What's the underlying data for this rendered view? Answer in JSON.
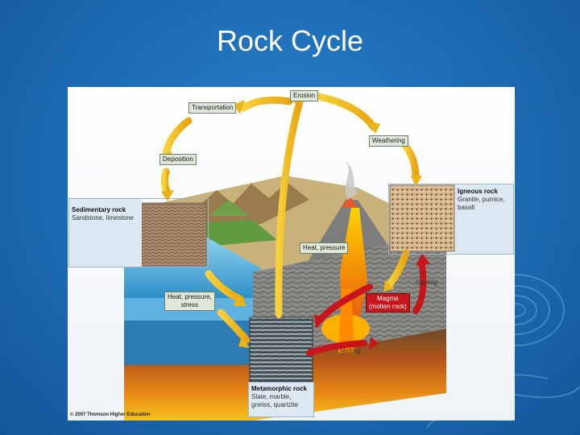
{
  "slide": {
    "title": "Rock Cycle"
  },
  "diagram": {
    "processes": {
      "erosion": "Erosion",
      "transportation": "Transportation",
      "weathering": "Weathering",
      "deposition": "Deposition",
      "heat_pressure": "Heat, pressure",
      "heat_pressure_stress": "Heat, pressure,\nstress",
      "magma": "Magma\n(molten rock)",
      "cooling": "Cooling",
      "melting": "Melting"
    },
    "rocks": {
      "sedimentary": {
        "title": "Sedimentary rock",
        "examples": "Sandstone, limestone"
      },
      "igneous": {
        "title": "Igneous rock",
        "examples": "Granite, pumice,\nbasalt"
      },
      "metamorphic": {
        "title": "Metamorphic rock",
        "examples": "Slate, marble,\ngneiss, quartzite"
      }
    },
    "copyright": "© 2007 Thomson Higher Education"
  },
  "colors": {
    "background": "#1e6fb8",
    "arrow_yellow": "#f2c318",
    "arrow_red": "#c8141b",
    "label_bg": "#dfe8da",
    "panel_bg": "#dde9f2"
  }
}
